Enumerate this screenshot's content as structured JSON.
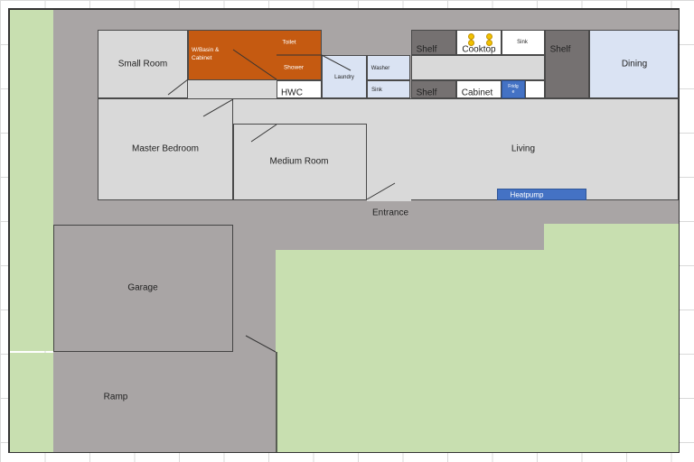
{
  "rooms": {
    "small_room": "Small Room",
    "basin": "W/Basin & Cabinet",
    "toilet": "Toilet",
    "shower": "Shower",
    "hwc": "HWC",
    "laundry": "Laundry",
    "washer": "Washer",
    "laundry_sink": "Sink",
    "shelf_left_top": "Shelf",
    "cooktop": "Cooktop",
    "kitchen_sink": "Sink",
    "shelf_right": "Shelf",
    "dining": "Dining",
    "shelf_left_bottom": "Shelf",
    "cabinet": "Cabinet",
    "fridge": "Fridge",
    "master_bedroom": "Master Bedroom",
    "medium_room": "Medium Room",
    "living": "Living",
    "heatpump": "Heatpump",
    "entrance": "Entrance",
    "garage": "Garage",
    "ramp": "Ramp"
  },
  "colors": {
    "lawn": "#c8dfb0",
    "concrete": "#a9a5a5",
    "room": "#d9d9d9",
    "bathroom": "#c55a11",
    "heatpump": "#4472c4",
    "laundry": "#dae3f3",
    "shelf": "#757171"
  }
}
